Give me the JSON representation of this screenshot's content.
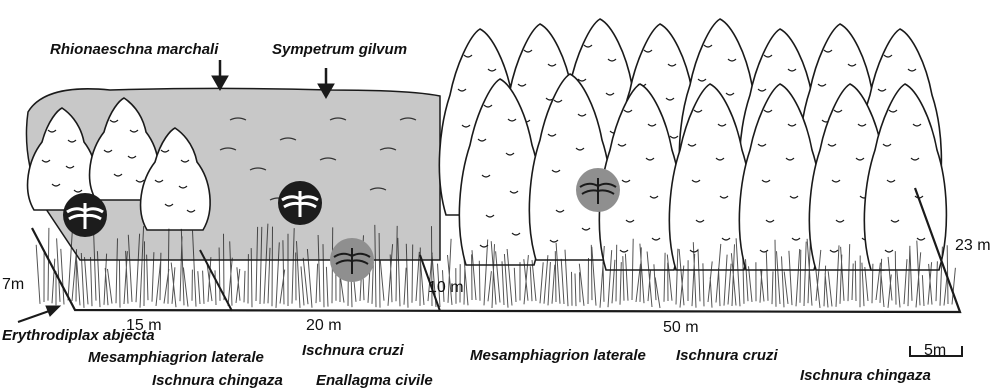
{
  "top_labels": {
    "left_species": "Rhionaeschna marchali",
    "right_species": "Sympetrum gilvum"
  },
  "dimensions": {
    "left_depth": "7m",
    "width_1": "15 m",
    "width_2": "20 m",
    "width_3": "50 m",
    "mid_depth": "10 m",
    "right_depth": "23 m",
    "scale_bar": "5m"
  },
  "bottom_labels": {
    "pointer_species": "Erythrodiplax abjecta",
    "zone1_a": "Mesamphiagrion laterale",
    "zone1_b": "Ischnura chingaza",
    "zone2_a": "Ischnura cruzi",
    "zone2_b": "Enallagma civile",
    "zone3_a": "Mesamphiagrion laterale",
    "zone3_b": "Ischnura cruzi",
    "zone3_c": "Ischnura chingaza"
  },
  "markers": [
    {
      "style": "black"
    },
    {
      "style": "black"
    },
    {
      "style": "gray"
    },
    {
      "style": "gray"
    }
  ],
  "colors": {
    "ink": "#1a1a1a",
    "water": "#c8c8c8",
    "marker_dark": "#1c1c1c",
    "marker_gray": "#8f8f8f"
  }
}
